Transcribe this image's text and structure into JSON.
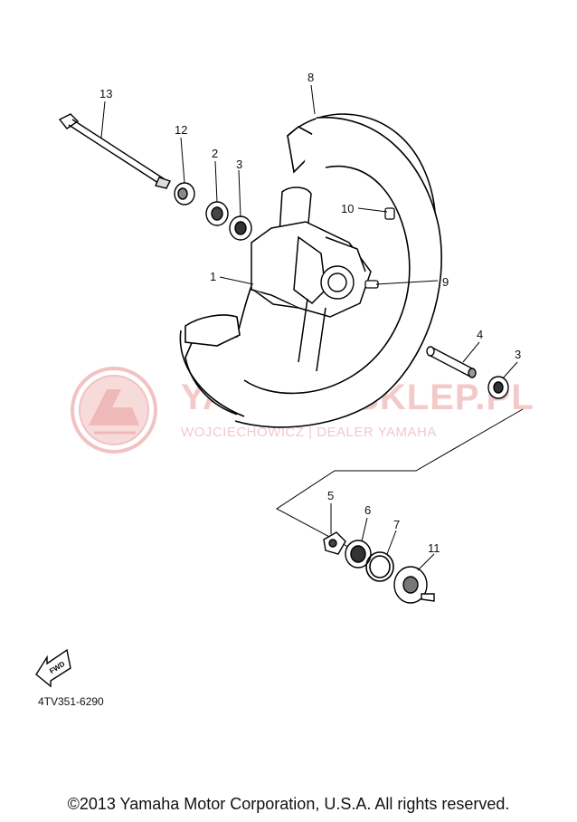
{
  "watermark": {
    "title": "YAMAHA-SKLEP.PL",
    "subtitle": "WOJCIECHOWICZ | DEALER YAMAHA",
    "color": "#e9a3a3"
  },
  "callouts": [
    {
      "id": "c1",
      "label": "1",
      "part": "hub"
    },
    {
      "id": "c2",
      "label": "2",
      "part": "oil-seal"
    },
    {
      "id": "c3a",
      "label": "3",
      "part": "bearing"
    },
    {
      "id": "c3b",
      "label": "3",
      "part": "bearing"
    },
    {
      "id": "c4",
      "label": "4",
      "part": "spacer"
    },
    {
      "id": "c5",
      "label": "5",
      "part": "clutch-meter"
    },
    {
      "id": "c6",
      "label": "6",
      "part": "oil-seal"
    },
    {
      "id": "c7",
      "label": "7",
      "part": "circlip"
    },
    {
      "id": "c8",
      "label": "8",
      "part": "tire"
    },
    {
      "id": "c9",
      "label": "9",
      "part": "valve"
    },
    {
      "id": "c10",
      "label": "10",
      "part": "valve-cap"
    },
    {
      "id": "c11",
      "label": "11",
      "part": "meter-gear"
    },
    {
      "id": "c12",
      "label": "12",
      "part": "collar"
    },
    {
      "id": "c13",
      "label": "13",
      "part": "wheel-axle"
    }
  ],
  "fwd_label": "FWD",
  "diagram_code": "4TV351-6290",
  "copyright": "©2013 Yamaha Motor Corporation, U.S.A. All rights reserved."
}
